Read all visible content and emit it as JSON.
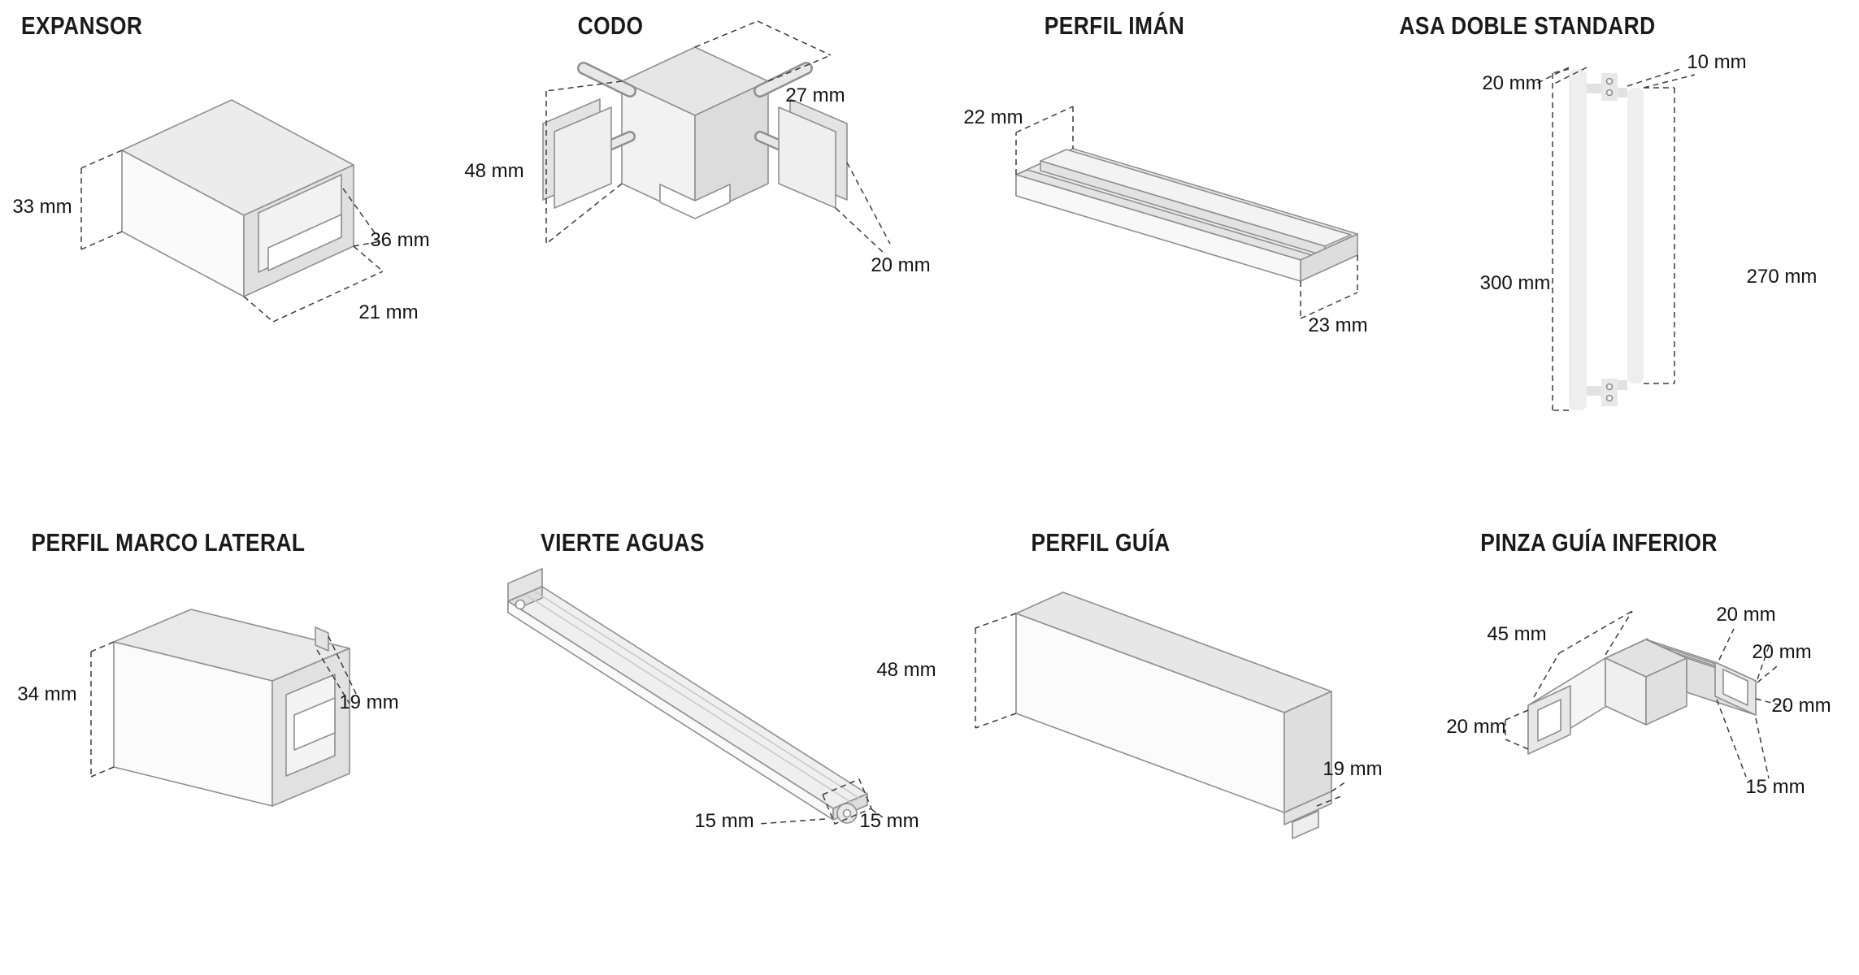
{
  "colors": {
    "background": "#ffffff",
    "outline": "#8f8f8f",
    "dimension_line": "#3c3c3c",
    "text": "#131313"
  },
  "panels": [
    {
      "title": "EXPANSOR",
      "dims": {
        "height": "33 mm",
        "opening": "36 mm",
        "base": "21 mm"
      }
    },
    {
      "title": "CODO",
      "dims": {
        "top": "27 mm",
        "left": "48 mm",
        "right": "20 mm"
      }
    },
    {
      "title": "PERFIL IMÁN",
      "dims": {
        "top_left": "22 mm",
        "bottom_right": "23 mm"
      }
    },
    {
      "title": "ASA DOBLE STANDARD",
      "dims": {
        "top_left": "20 mm",
        "top_right": "10 mm",
        "left": "300 mm",
        "right": "270 mm"
      }
    },
    {
      "title": "PERFIL MARCO LATERAL",
      "dims": {
        "left": "34 mm",
        "right": "19 mm"
      }
    },
    {
      "title": "VIERTE AGUAS",
      "dims": {
        "left": "15 mm",
        "right": "15 mm"
      }
    },
    {
      "title": "PERFIL GUÍA",
      "dims": {
        "left": "48 mm",
        "bottom_right": "19 mm"
      }
    },
    {
      "title": "PINZA GUÍA INFERIOR",
      "dims": {
        "arm": "45 mm",
        "top_a": "20 mm",
        "top_b": "20 mm",
        "right": "20 mm",
        "left": "20 mm",
        "bottom": "15 mm"
      }
    }
  ]
}
